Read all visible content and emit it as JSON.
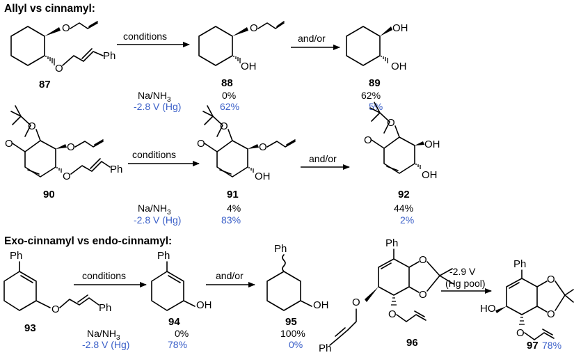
{
  "headings": {
    "section1": "Allyl vs cinnamyl:",
    "section2": "Exo-cinnamyl vs endo-cinnamyl:"
  },
  "atoms": {
    "O": "O",
    "OH": "OH",
    "HO": "HO",
    "Ph": "Ph"
  },
  "arrows": {
    "conditions": "conditions",
    "and_or": "and/or",
    "electro_line1": "-2.9 V",
    "electro_line2": "(Hg pool)"
  },
  "compounds": {
    "c87": "87",
    "c88": "88",
    "c89": "89",
    "c90": "90",
    "c91": "91",
    "c92": "92",
    "c93": "93",
    "c94": "94",
    "c95": "95",
    "c96": "96",
    "c97": "97"
  },
  "rows": {
    "na_label": "Na/NH",
    "na_sub": "3",
    "voltage_label": "-2.8 V (Hg)",
    "yield_97": "78%"
  },
  "table1": {
    "y88_na": "0%",
    "y88_v": "62%",
    "y89_na": "62%",
    "y89_v": "5%"
  },
  "table2": {
    "y91_na": "4%",
    "y91_v": "83%",
    "y92_na": "44%",
    "y92_v": "2%"
  },
  "table3": {
    "y94_na": "0%",
    "y94_v": "78%",
    "y95_na": "100%",
    "y95_v": "0%"
  },
  "colors": {
    "text": "#000000",
    "blue_yield": "#3a5fc8",
    "background": "#ffffff"
  }
}
